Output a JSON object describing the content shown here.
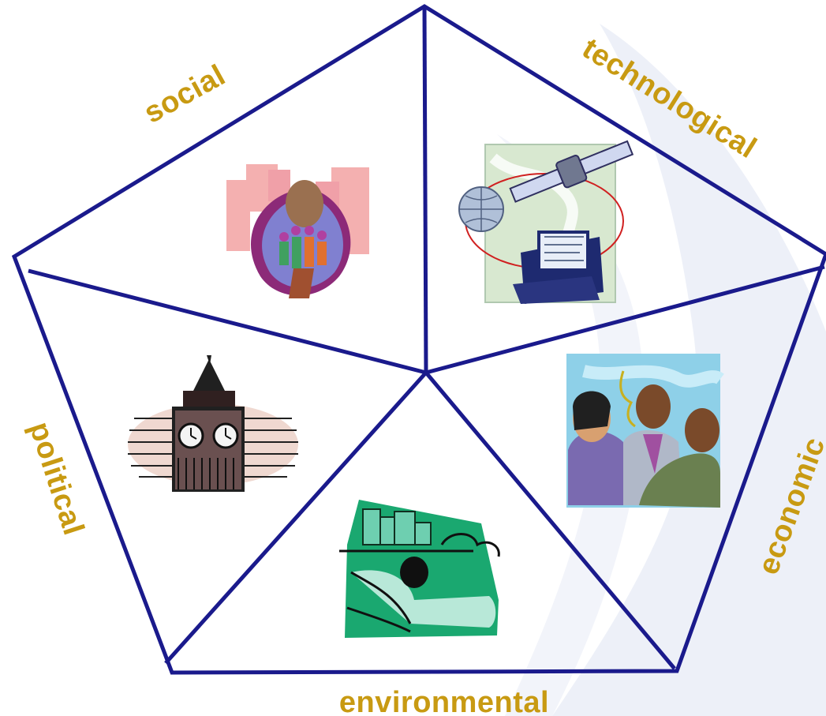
{
  "diagram": {
    "segments": [
      {
        "id": "social",
        "label": "social",
        "icon": "community-people-icon"
      },
      {
        "id": "technological",
        "label": "technological",
        "icon": "satellite-computer-icon"
      },
      {
        "id": "economic",
        "label": "economic",
        "icon": "business-people-icon"
      },
      {
        "id": "environmental",
        "label": "environmental",
        "icon": "city-factory-icon"
      },
      {
        "id": "political",
        "label": "political",
        "icon": "big-ben-icon"
      }
    ]
  },
  "colors": {
    "outline": "#1a1a8c",
    "label": "#c89a12",
    "watermark": "#e4e8f4"
  }
}
